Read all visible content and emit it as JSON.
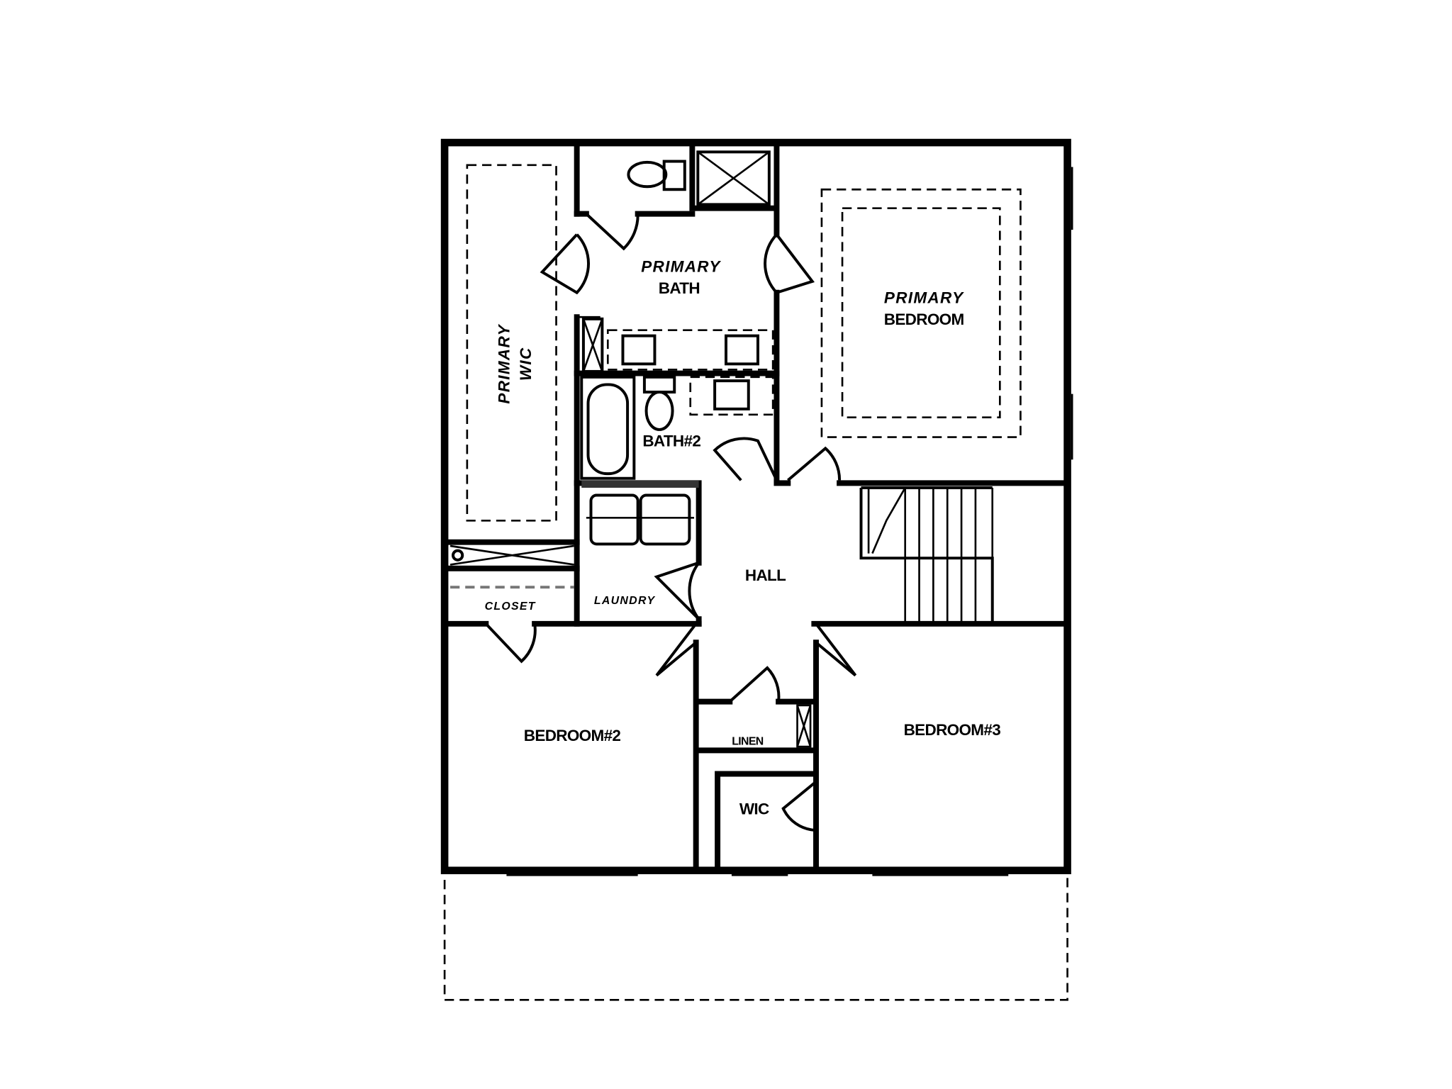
{
  "rooms": {
    "primary_bath": [
      "PRIMARY",
      "BATH"
    ],
    "primary_bedroom": [
      "PRIMARY",
      "BEDROOM"
    ],
    "primary_wic": [
      "PRIMARY",
      "WIC"
    ],
    "bath2": "BATH#2",
    "hall": "HALL",
    "closet": "CLOSET",
    "laundry": "LAUNDRY",
    "linen": "LINEN",
    "bedroom2": "BEDROOM#2",
    "bedroom3": "BEDROOM#3",
    "wic": "WIC"
  },
  "colors": {
    "line": "#000000",
    "background": "#ffffff",
    "closet_rod": "#777777"
  }
}
